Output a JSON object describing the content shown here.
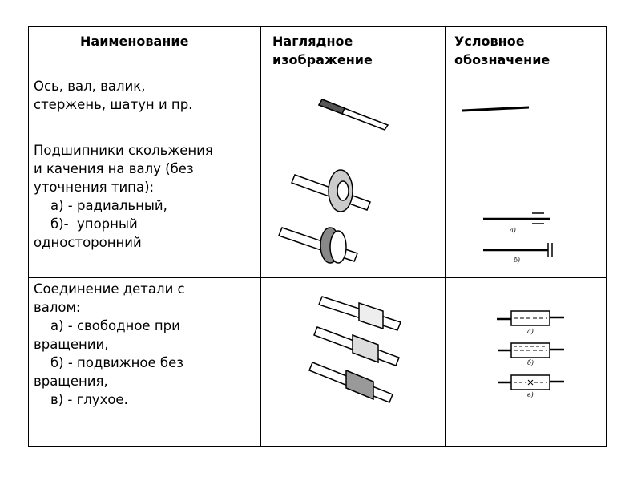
{
  "table": {
    "headers": [
      "Наименование",
      "Наглядное\nизображение",
      "Условное\nобозначение"
    ],
    "rows": [
      {
        "name": "Ось, вал, валик,\nстержень, шатун и пр.",
        "symbol_labels": []
      },
      {
        "name": "Подшипники скольжения\nи качения на валу (без\nуточнения типа):\n    а) - радиальный,\n    б)-  упорный\nодносторонний",
        "symbol_labels": [
          "а)",
          "б)"
        ]
      },
      {
        "name": "Соединение детали с\nвалом:\n    а) - свободное при\nвращении,\n    б) - подвижное без\nвращения,\n    в) - глухое.",
        "symbol_labels": [
          "а)",
          "б)",
          "в)"
        ]
      }
    ]
  }
}
